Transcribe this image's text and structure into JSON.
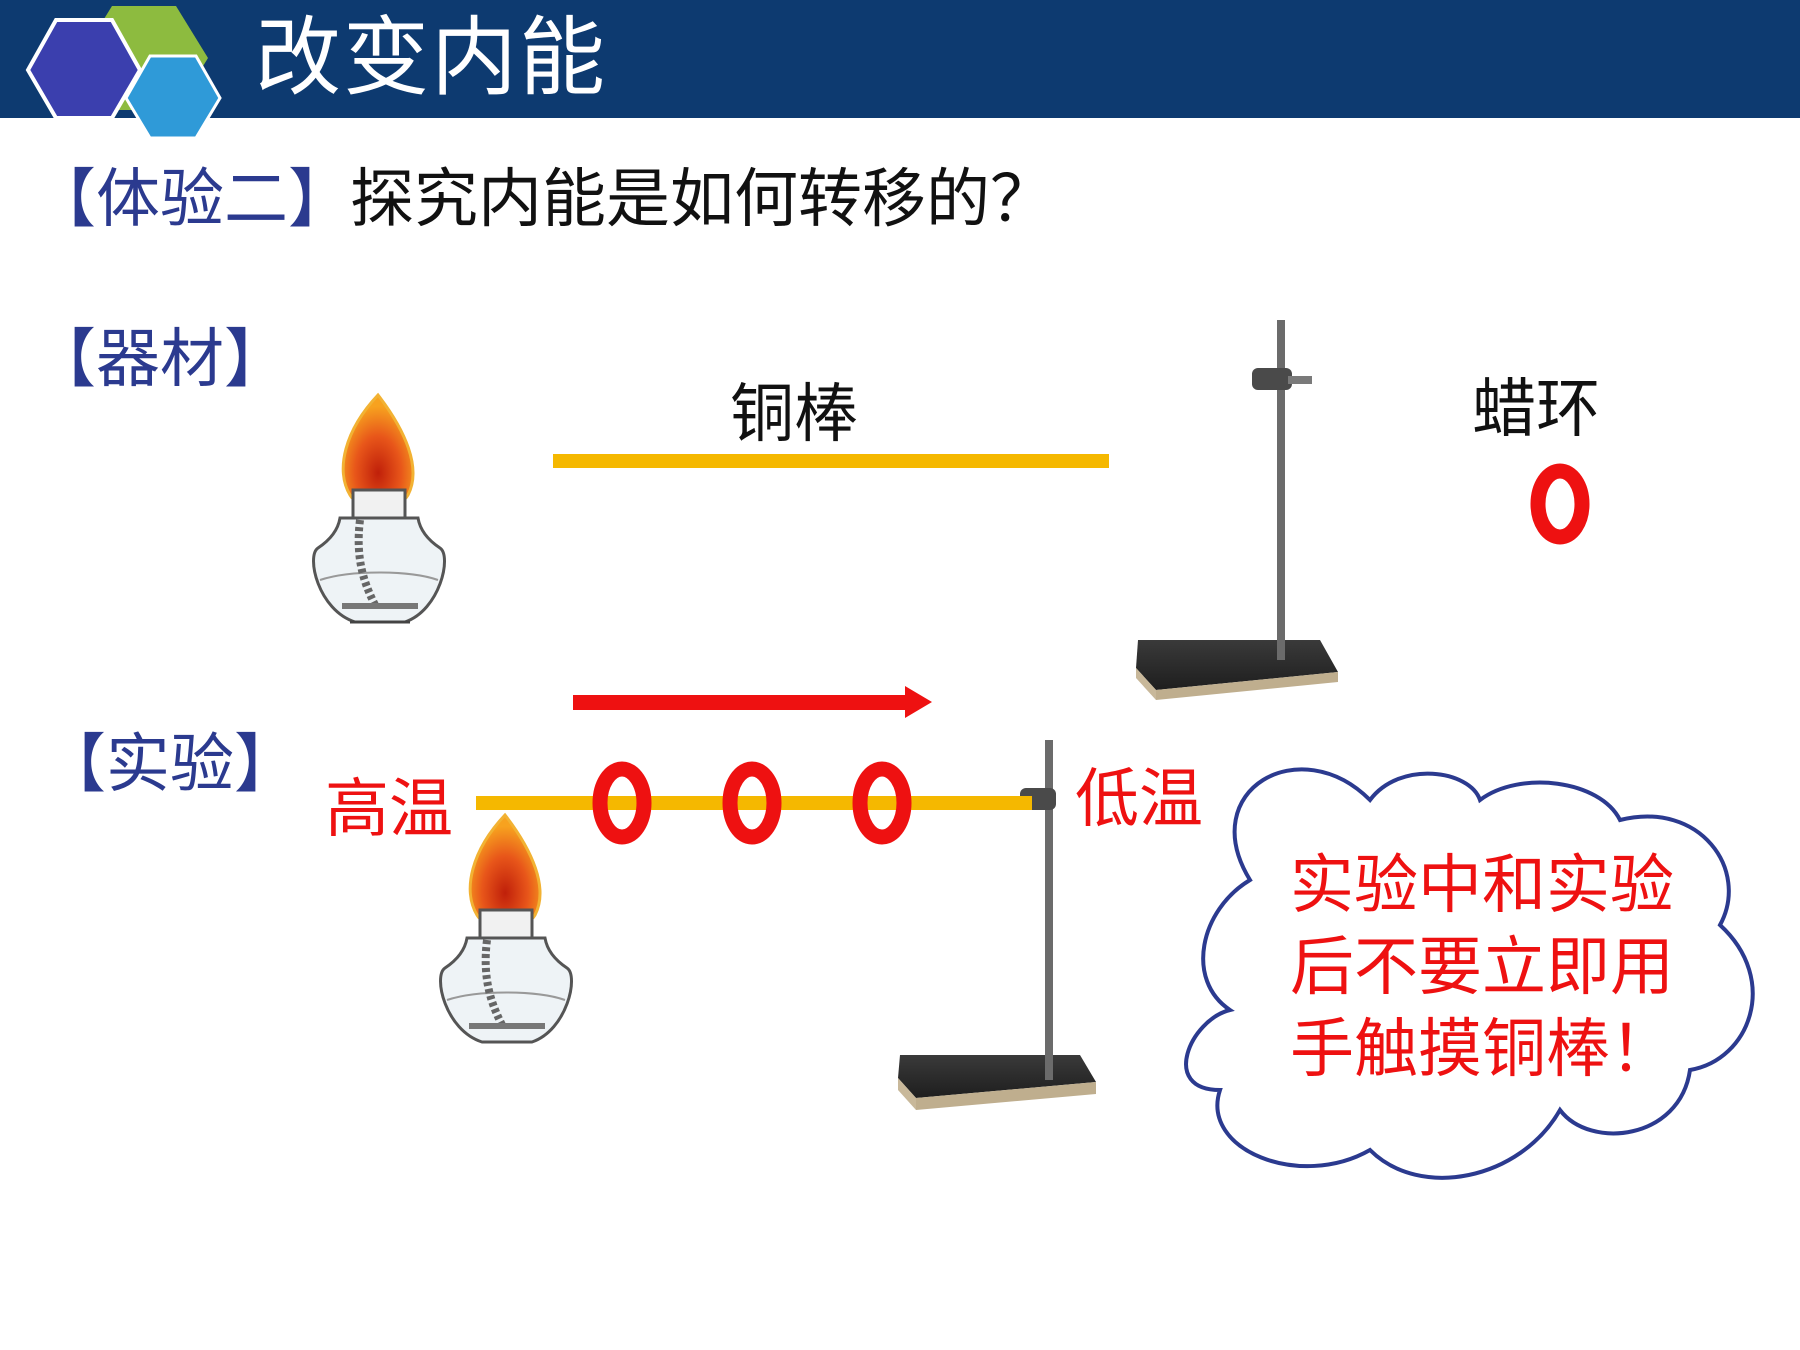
{
  "header": {
    "title": "改变内能"
  },
  "question": {
    "bracket": "【体验二】",
    "text": "探究内能是如何转移的？"
  },
  "materials": {
    "bracket": "【器材】",
    "rod_label": "铜棒",
    "ring_label": "蜡环"
  },
  "experiment": {
    "bracket": "【实验】",
    "high_temp": "高温",
    "low_temp": "低温"
  },
  "warning": {
    "lines": [
      "实验中和实验",
      "后不要立即用",
      "手触摸铜棒！"
    ]
  },
  "colors": {
    "header": "#0d3a70",
    "hex_light": "#8dbb3f",
    "hex_blue": "#2f9ad8",
    "hex_dark": "#3b3fae",
    "rod": "#f5b800",
    "ring": "#ee1111",
    "arrow": "#ee1111",
    "cloud_border": "#2b3a8f"
  }
}
